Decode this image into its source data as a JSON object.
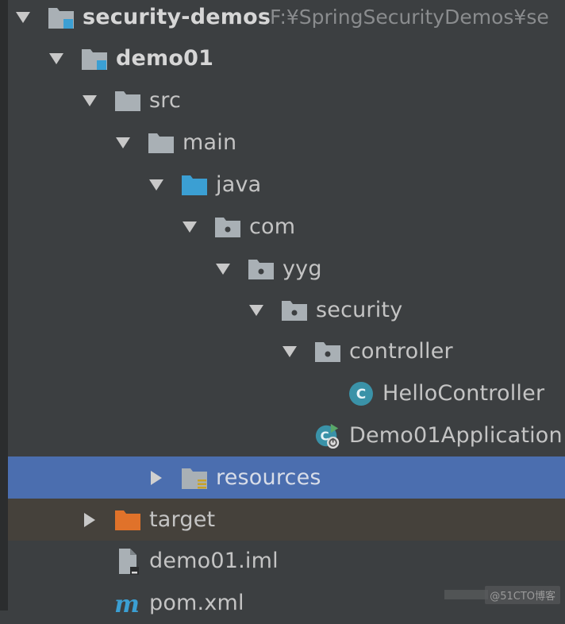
{
  "tree": {
    "root": {
      "label": "security-demos",
      "path": "F:¥SpringSecurityDemos¥se"
    },
    "module": {
      "label": "demo01"
    },
    "src": {
      "label": "src"
    },
    "main": {
      "label": "main"
    },
    "java": {
      "label": "java"
    },
    "com": {
      "label": "com"
    },
    "yyg": {
      "label": "yyg"
    },
    "security": {
      "label": "security"
    },
    "controller": {
      "label": "controller"
    },
    "hello_controller": {
      "label": "HelloController",
      "badge": "C"
    },
    "application": {
      "label": "Demo01Application",
      "badge": "C"
    },
    "resources": {
      "label": "resources"
    },
    "target": {
      "label": "target"
    },
    "iml": {
      "label": "demo01.iml"
    },
    "pom": {
      "label": "pom.xml",
      "badge": "m"
    }
  },
  "watermark": "@51CTO博客",
  "colors": {
    "background": "#3c3f41",
    "selection": "#4b6eaf",
    "excluded_row": "#45413b",
    "folder_gray": "#a9b0b5",
    "folder_blue": "#3b9fd3",
    "folder_orange": "#e0722a",
    "class_teal": "#3a92a8"
  }
}
